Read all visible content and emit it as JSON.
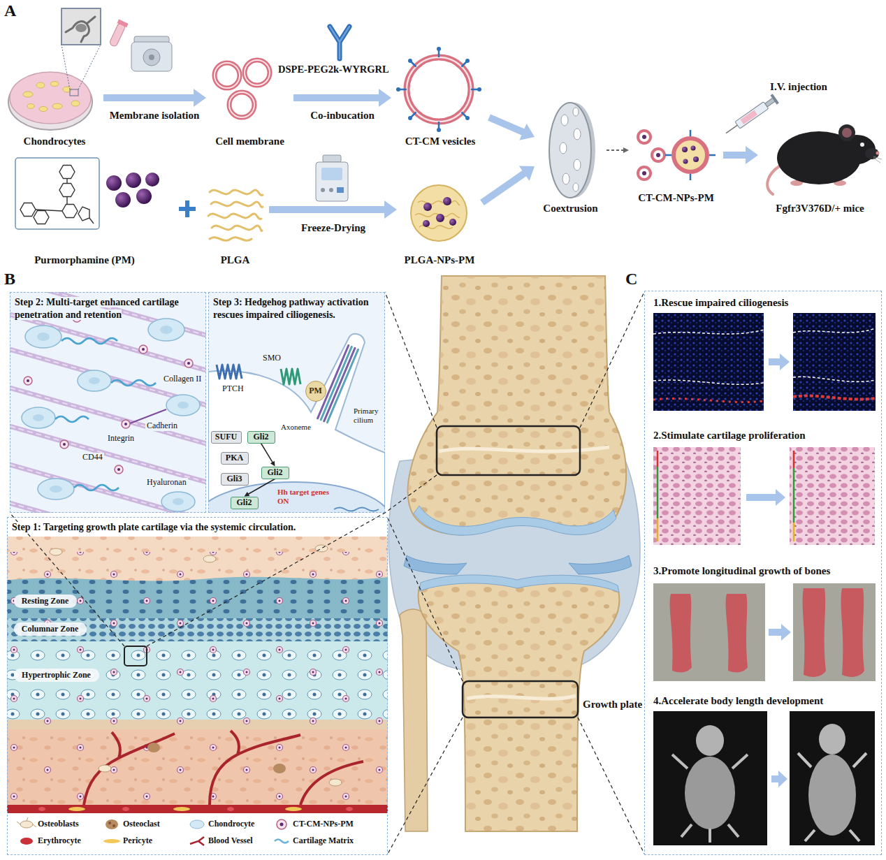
{
  "diagram": {
    "nodes": [
      {
        "text": [
          "Chondrocytes"
        ]
      },
      {
        "text": [
          "Cell membrane"
        ]
      },
      {
        "text": [
          "CT-CM vesicles"
        ]
      },
      {
        "text": [
          "Purmorphamine (PM)"
        ]
      },
      {
        "text": [
          "PLGA"
        ]
      },
      {
        "text": [
          "PLGA-NPs-PM"
        ]
      },
      {
        "text": [
          "Coextrusion"
        ]
      },
      {
        "text": [
          "CT-CM-NPs-PM"
        ]
      },
      {
        "text": [
          "Fgfr3V376D/+ mice"
        ]
      },
      {
        "text": [
          "Step 2: Multi-target enhanced cartilage penetration and retention"
        ]
      },
      {
        "text": [
          "Step 3: Hedgehog pathway activation rescues impaired ciliogenesis."
        ]
      },
      {
        "text": [
          "PM"
        ],
        "in": 10
      },
      {
        "text": [
          "SUFU"
        ],
        "in": 10
      },
      {
        "text": [
          "Gli2"
        ],
        "in": 10
      },
      {
        "text": [
          "PKA"
        ],
        "in": 10
      },
      {
        "text": [
          "Gli3"
        ],
        "in": 10
      },
      {
        "text": [
          "Gli2"
        ],
        "in": 10
      },
      {
        "text": [
          "Gli2"
        ],
        "in": 10
      },
      {
        "text": [
          "Step 1: Targeting growth plate cartilage via the systemic circulation."
        ]
      },
      {
        "text": [
          "Resting Zone"
        ],
        "in": 18
      },
      {
        "text": [
          "Columnar Zone"
        ],
        "in": 18
      },
      {
        "text": [
          "Hypertrophic Zone"
        ],
        "in": 18
      },
      {
        "text": [
          "1.Rescue impaired ciliogenesis",
          "2.Stimulate cartilage proliferation",
          "3.Promote longitudinal growth of bones",
          "4.Accelerate body length development"
        ]
      }
    ],
    "edges": [
      {
        "from": 0,
        "to": 1,
        "label": "Membrane isolation",
        "arrow": "to"
      },
      {
        "from": 1,
        "to": 2,
        "label": "Co-inbucation",
        "arrow": "to"
      },
      {
        "from": 4,
        "to": 5,
        "label": "Freeze-Drying",
        "arrow": "to"
      },
      {
        "from": 2,
        "to": 6,
        "arrow": "to"
      },
      {
        "from": 5,
        "to": 6,
        "arrow": "to"
      },
      {
        "from": 6,
        "to": 7,
        "arrow": "to"
      },
      {
        "from": 7,
        "to": 8,
        "label": "I.V. injection",
        "arrow": "to"
      },
      {
        "from": 13,
        "to": 16,
        "arrow": "to"
      },
      {
        "from": 16,
        "to": 17,
        "arrow": "to"
      }
    ],
    "labels": [
      "A",
      "DSPE-PEG2k-WYRGRL",
      "B",
      "Collagen II",
      "Cadherin",
      "Integrin",
      "CD44",
      "Hyaluronan",
      "SMO",
      "PTCH",
      "Axoneme",
      "Primary cilium",
      "Hh target genes ON",
      "Growth plate",
      "C"
    ],
    "legend": [
      {
        "text": "Osteoblasts"
      },
      {
        "text": "Osteoclast"
      },
      {
        "text": "Chondrocyte"
      },
      {
        "text": "CT-CM-NPs-PM"
      },
      {
        "text": "Erythrocyte"
      },
      {
        "text": "Pericyte"
      },
      {
        "text": "Blood Vessel"
      },
      {
        "text": "Cartilage Matrix"
      }
    ]
  }
}
